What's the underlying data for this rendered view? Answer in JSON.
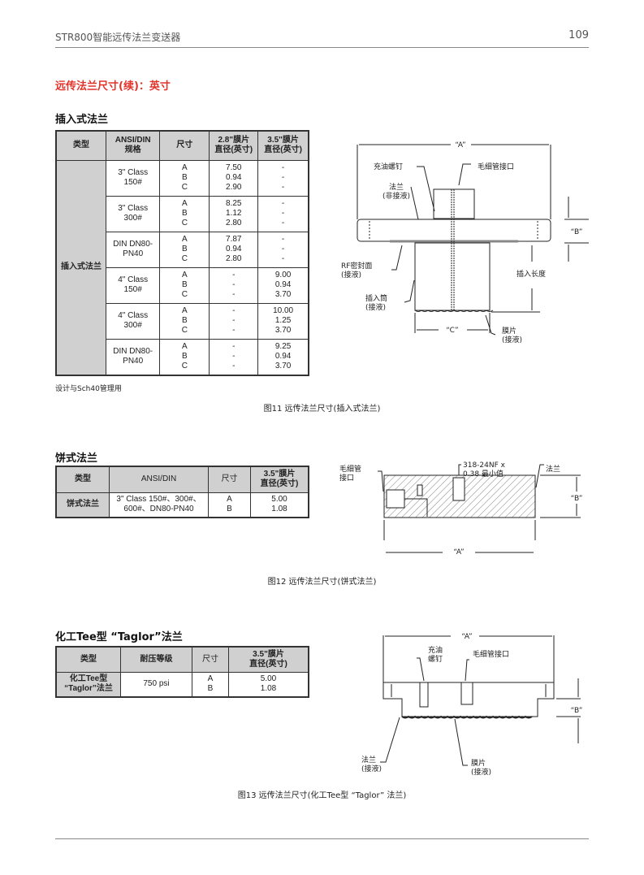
{
  "header": {
    "title": "STR800智能远传法兰变送器",
    "page_number": "109"
  },
  "section_title": "远传法兰尺寸(续)：英寸",
  "flush_insert": {
    "title": "插入式法兰",
    "headers": [
      "类型",
      "ANSI/DIN\n规格",
      "尺寸",
      "2.8\"膜片\n直径(英寸)",
      "3.5\"膜片\n直径(英寸)"
    ],
    "type": "插入式法兰",
    "rows": [
      {
        "spec": "3\" Class\n150#",
        "dims": "A\nB\nC",
        "d28": "7.50\n0.94\n2.90",
        "d35": "-\n-\n-"
      },
      {
        "spec": "3\" Class\n300#",
        "dims": "A\nB\nC",
        "d28": "8.25\n1.12\n2.80",
        "d35": "-\n-\n-"
      },
      {
        "spec": "DIN DN80-\nPN40",
        "dims": "A\nB\nC",
        "d28": "7.87\n0.94\n2.80",
        "d35": "-\n-\n-"
      },
      {
        "spec": "4\" Class\n150#",
        "dims": "A\nB\nC",
        "d28": "-\n-\n-",
        "d35": "9.00\n0.94\n3.70"
      },
      {
        "spec": "4\" Class\n300#",
        "dims": "A\nB\nC",
        "d28": "-\n-\n-",
        "d35": "10.00\n1.25\n3.70"
      },
      {
        "spec": "DIN DN80-\nPN40",
        "dims": "A\nB\nC",
        "d28": "-\n-\n-",
        "d35": "9.25\n0.94\n3.70"
      }
    ],
    "note": "设计与Sch40管理用",
    "figure": {
      "caption": "图11  远传法兰尺寸(插入式法兰)",
      "labels": {
        "a": "“A”",
        "b": "“B”",
        "c": "“C”",
        "fill_screw": "充油螺钉",
        "capillary": "毛细管接口",
        "flange": "法兰\n(非接液)",
        "rf": "RF密封面\n(接液)",
        "extension": "插入筒\n(接液)",
        "insert_length": "插入长度",
        "diaphragm": "膜片\n(接液)"
      }
    }
  },
  "pancake": {
    "title": "饼式法兰",
    "headers": [
      "类型",
      "ANSI/DIN",
      "尺寸",
      "3.5\"膜片\n直径(英寸)"
    ],
    "row": {
      "type": "饼式法兰",
      "spec": "3\" Class 150#、300#、\n600#、DN80-PN40",
      "dims": "A\nB",
      "d35": "5.00\n1.08"
    },
    "figure": {
      "caption": "图12  远传法兰尺寸(饼式法兰)",
      "labels": {
        "capillary": "毛细管\n接口",
        "thread": "318-24NF x\n0.38 最小值",
        "flange": "法兰",
        "a": "“A”",
        "b": "“B”"
      }
    }
  },
  "taglor": {
    "title": "化工Tee型 “Taglor”法兰",
    "headers": [
      "类型",
      "耐压等级",
      "尺寸",
      "3.5\"膜片\n直径(英寸)"
    ],
    "row": {
      "type": "化工Tee型\n“Taglor”法兰",
      "rating": "750 psi",
      "dims": "A\nB",
      "d35": "5.00\n1.08"
    },
    "figure": {
      "caption": "图13  远传法兰尺寸(化工Tee型 “Taglor” 法兰)",
      "labels": {
        "a": "“A”",
        "b": "“B”",
        "fill_screw": "充油\n螺钉",
        "capillary": "毛细管接口",
        "flange": "法兰\n(接液)",
        "diaphragm": "膜片\n(接液)"
      }
    }
  }
}
